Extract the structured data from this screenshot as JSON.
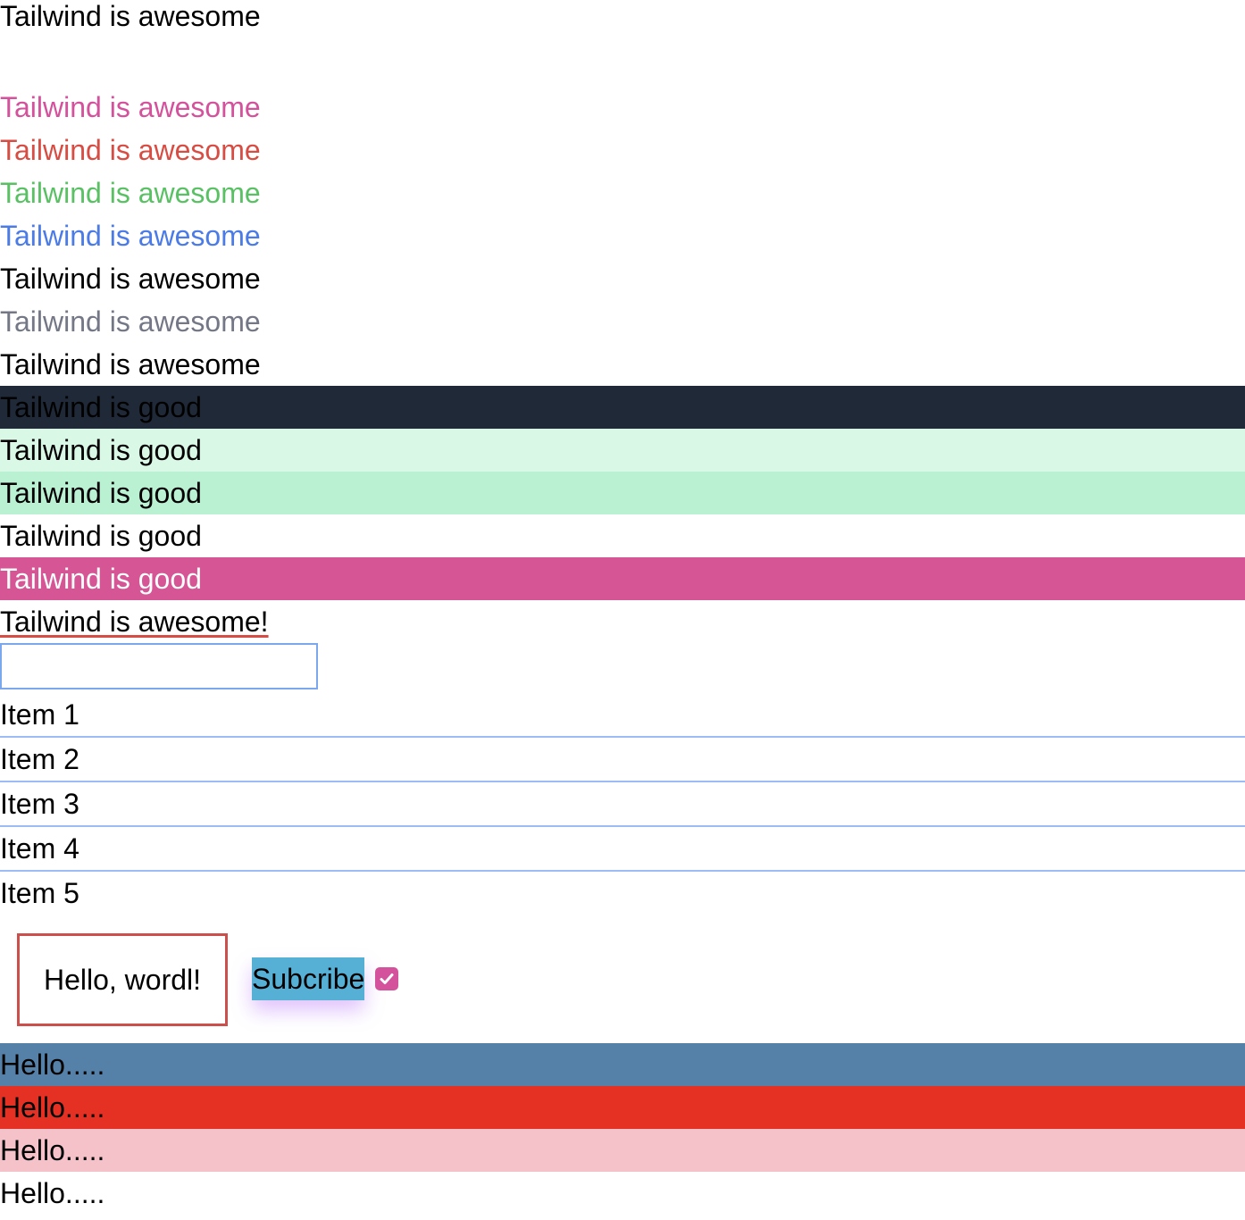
{
  "heading": "Tailwind is awesome",
  "colored_lines": [
    "Tailwind is awesome",
    "Tailwind is awesome",
    "Tailwind is awesome",
    "Tailwind is awesome",
    "Tailwind is awesome",
    "Tailwind is awesome",
    "Tailwind is awesome"
  ],
  "bg_lines": [
    "Tailwind is good",
    "Tailwind is good",
    "Tailwind is good",
    "Tailwind is good",
    "Tailwind is good"
  ],
  "underlined_text": "Tailwind is awesome!",
  "input": {
    "value": "",
    "placeholder": ""
  },
  "list_items": [
    "Item 1",
    "Item 2",
    "Item 3",
    "Item 4",
    "Item 5"
  ],
  "card_text": "Hello, wordl!",
  "subscribe_label": "Subcribe",
  "checkbox_checked": true,
  "hello_lines": [
    "Hello.....",
    "Hello.....",
    "Hello.....",
    "Hello....."
  ],
  "colors": {
    "pink": "#d4519c",
    "red": "#d84d43",
    "green": "#59c163",
    "blue": "#4a7be6",
    "gray": "#747785",
    "dark_bg": "#1f2937",
    "mint_bg_1": "#d9f8e6",
    "mint_bg_2": "#bbf1d3",
    "pink_bg": "#d55595",
    "input_border": "#7ba7ef",
    "list_divider": "#9dbbf6",
    "card_border": "#cd4f4b",
    "subscribe_bg": "#56b0d6",
    "steel_bg": "#5580a8",
    "scarlet_bg": "#e53124",
    "rose_bg": "#f5c2ca"
  },
  "icons": {
    "checkbox": "checkmark-icon"
  }
}
